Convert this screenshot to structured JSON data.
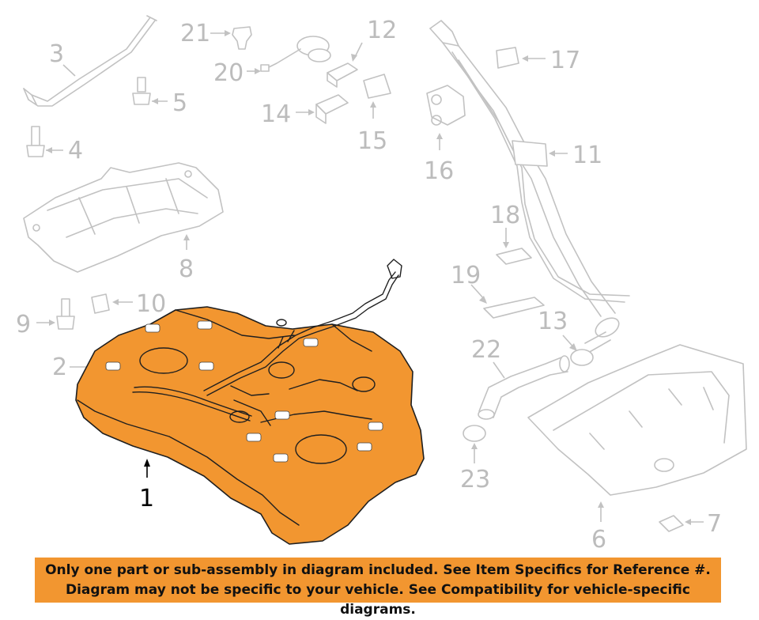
{
  "callouts": {
    "c1": "1",
    "c2": "2",
    "c3": "3",
    "c4": "4",
    "c5": "5",
    "c6": "6",
    "c7": "7",
    "c8": "8",
    "c9": "9",
    "c10": "10",
    "c11": "11",
    "c12": "12",
    "c13": "13",
    "c14": "14",
    "c15": "15",
    "c16": "16",
    "c17": "17",
    "c18": "18",
    "c19": "19",
    "c20": "20",
    "c21": "21",
    "c22": "22",
    "c23": "23"
  },
  "colors": {
    "highlight": "#f29630",
    "ghost_lines": "#c2c2c2",
    "banner_background": "#f29630",
    "tank_fill": "#f29630"
  },
  "banner": {
    "line1": "Only one part or sub-assembly in diagram included. See Item Specifics for Reference #.",
    "line2": "Diagram may not be specific to your vehicle. See Compatibility for vehicle-specific diagrams."
  }
}
